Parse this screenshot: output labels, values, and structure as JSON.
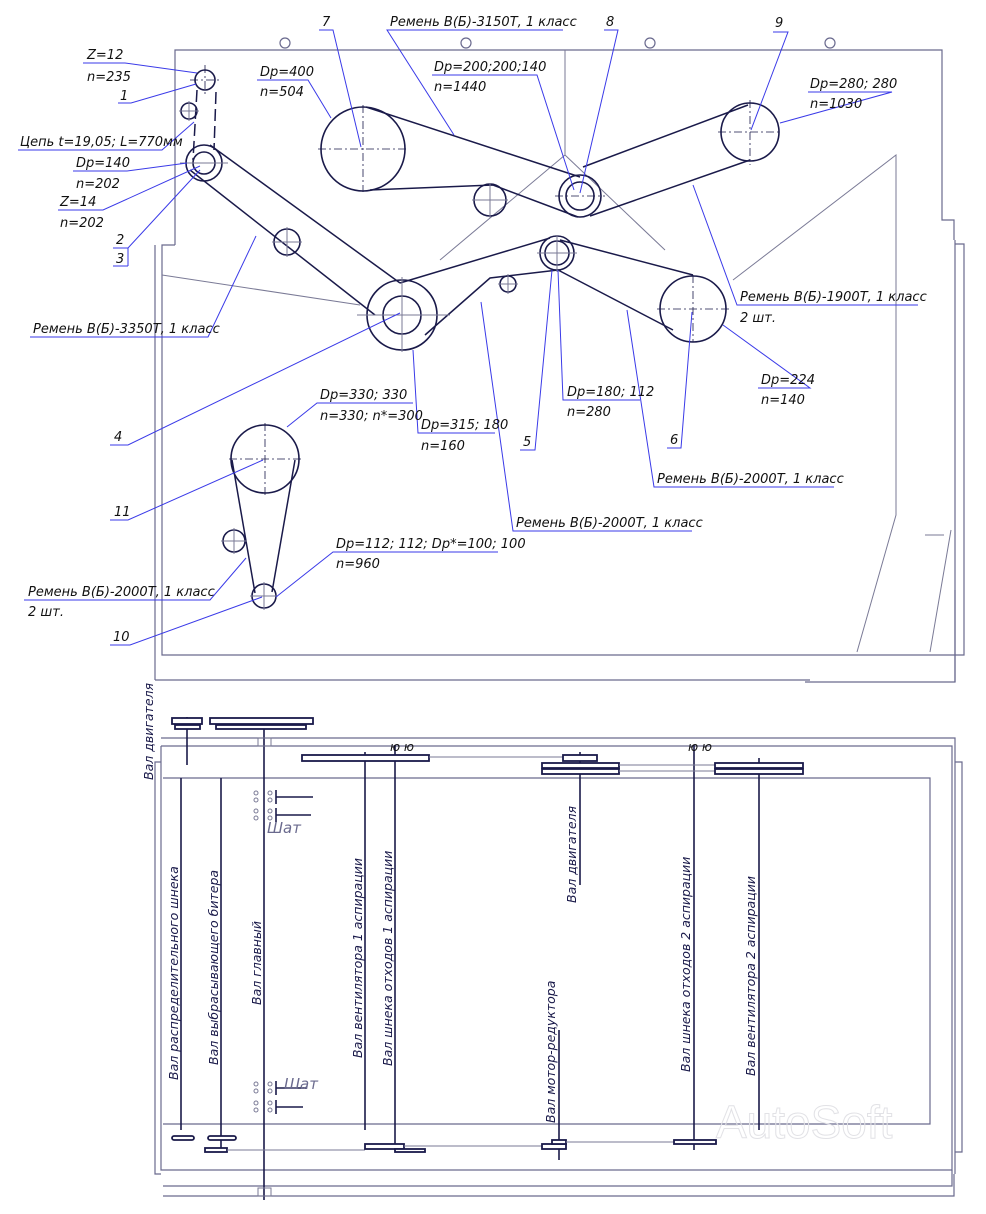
{
  "title": "Кинематическая схема привода",
  "colors": {
    "lines": "#1a1a4a",
    "frame": "#6a6a8e",
    "leaders": "#3a3ae8"
  },
  "watermark": "AutoSoft",
  "positions": {
    "p1": "1",
    "p2": "2",
    "p3": "3",
    "p4": "4",
    "p5": "5",
    "p6": "6",
    "p7": "7",
    "p8": "8",
    "p9": "9",
    "p10": "10",
    "p11": "11"
  },
  "annotations": {
    "pos1_z": "Z=12",
    "pos1_n": "n=235",
    "chain": "Цепь t=19,05; L=770мм",
    "pos2_dp": "Dp=140",
    "pos2_n": "n=202",
    "pos3_z": "Z=14",
    "pos3_n": "n=202",
    "pos7_dp": "Dp=400",
    "pos7_n": "n=504",
    "pos8_dp": "Dp=200;200;140",
    "pos8_n": "n=1440",
    "pos9_dp": "Dp=280; 280",
    "pos9_n": "n=1030",
    "pos4_dp": "Dp=315; 180",
    "pos4_n": "n=160",
    "pos5_dp": "Dp=180; 112",
    "pos5_n": "n=280",
    "pos6_dp": "Dp=224",
    "pos6_n": "n=140",
    "pos11_dp": "Dp=330; 330",
    "pos11_n": "n=330; n*=300",
    "pos10_dp": "Dp=112; 112; Dp*=100; 100",
    "pos10_n": "n=960"
  },
  "belts": {
    "b3150": "Ремень В(Б)-3150Т, 1 класс",
    "b3350": "Ремень В(Б)-3350Т, 1 класс",
    "b1900": "Ремень В(Б)-1900Т, 1 класс",
    "b1900_qty": "2 шт.",
    "b2000_a": "Ремень В(Б)-2000Т, 1 класс",
    "b2000_b": "Ремень В(Б)-2000Т, 1 класс",
    "b2000_c": "Ремень В(Б)-2000Т, 1 класс",
    "b2000_c_qty": "2 шт."
  },
  "shafts": {
    "motor_top": "Вал двигателя",
    "distributing_auger": "Вал распределительного шнека",
    "throwing_beater": "Вал выбрасывающего битера",
    "main": "Вал главный",
    "fan1": "Вал вентилятора 1 аспирации",
    "waste_auger1": "Вал шнека отходов 1 аспирации",
    "motor": "Вал двигателя",
    "gearmotor": "Вал мотор-редуктора",
    "waste_auger2": "Вал шнека отходов 2 аспирации",
    "fan2": "Вал вентилятора 2 аспирации"
  },
  "shat_top": "Шат",
  "shat_bottom": "Шат"
}
